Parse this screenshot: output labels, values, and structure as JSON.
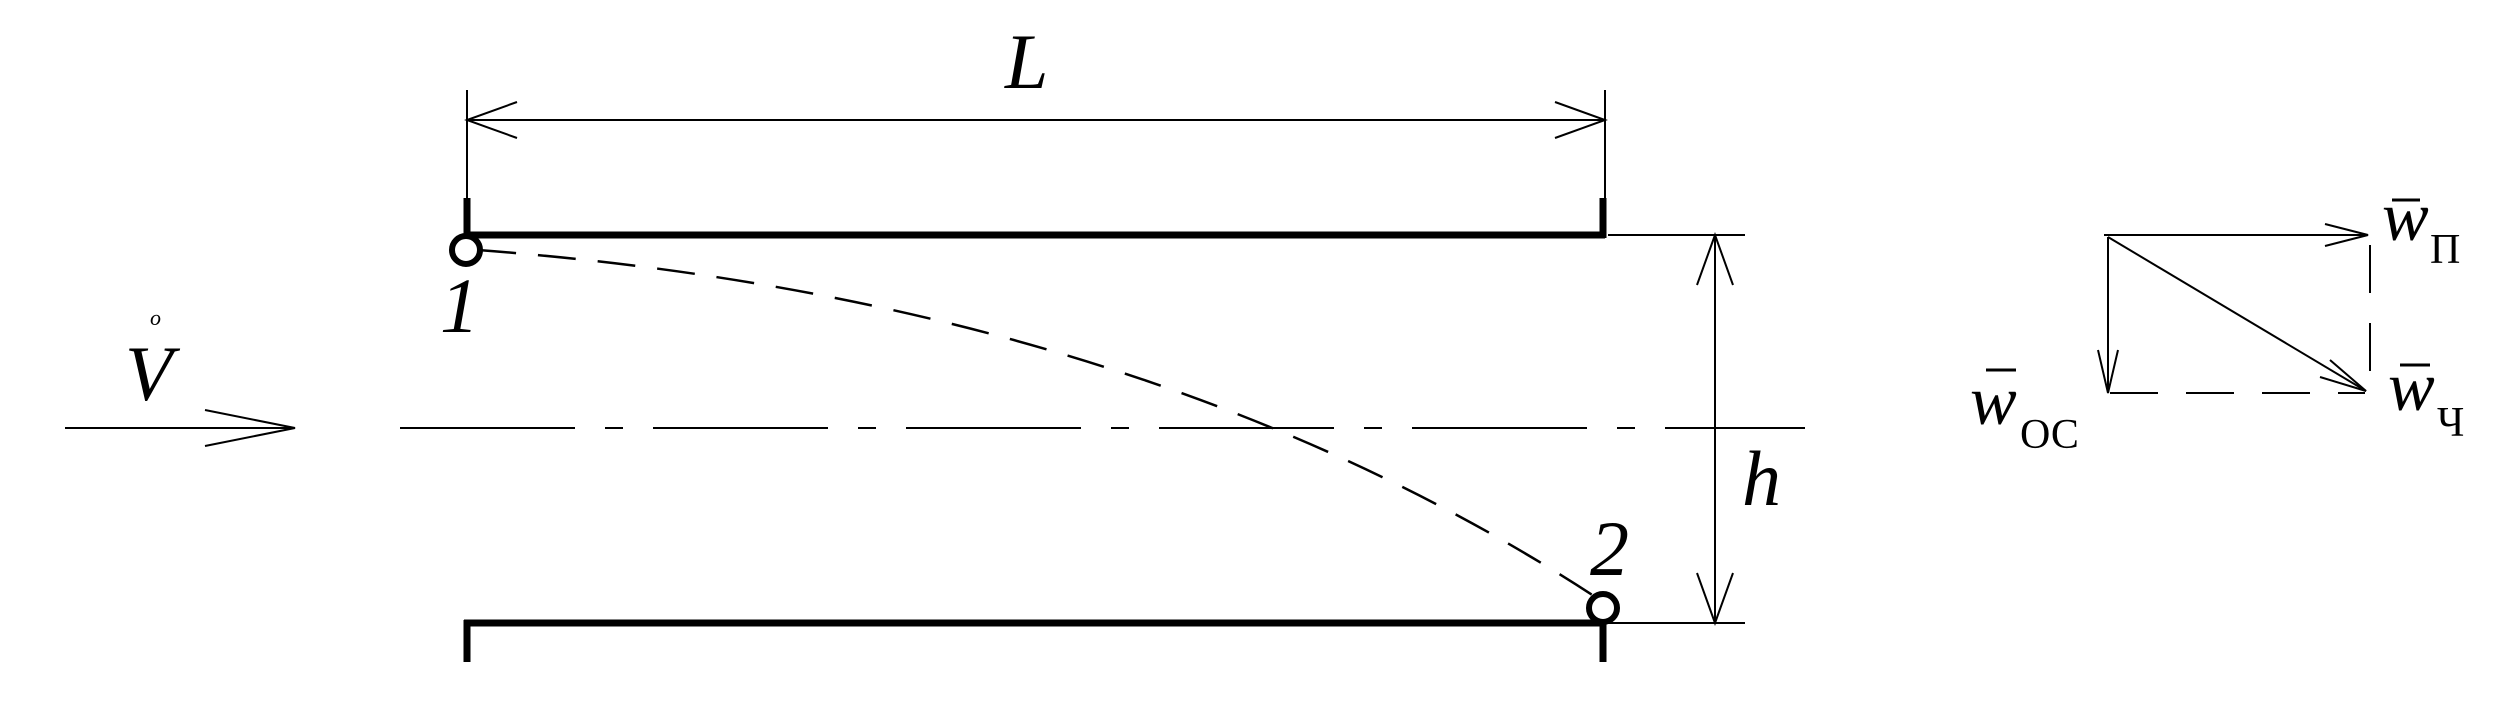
{
  "labels": {
    "length": "L",
    "height": "h",
    "point_1": "1",
    "point_2": "2",
    "velocity": "V",
    "velocity_mark": "o",
    "w_symbol": "w",
    "w_p_sub": "П",
    "w_ch_sub": "Ч",
    "w_os_sub": "ОС"
  },
  "colors": {
    "ink": "#000000",
    "background": "#ffffff"
  }
}
